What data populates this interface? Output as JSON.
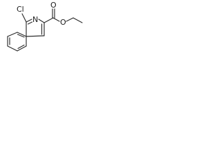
{
  "molecule": {
    "atoms": {
      "chlorine": "Cl",
      "ring_nitrogen": "N",
      "carbonyl_oxygen": "O",
      "ester_oxygen": "O"
    },
    "colors": {
      "bond": "#2b2b2b",
      "label": "#1a1a1a",
      "background": "#ffffff"
    }
  }
}
